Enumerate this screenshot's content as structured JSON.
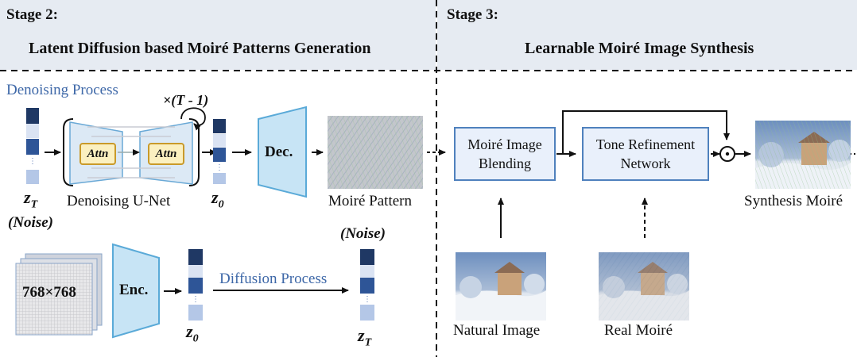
{
  "stage2": {
    "tag": "Stage 2:",
    "title": "Latent Diffusion based Moiré Patterns Generation"
  },
  "stage3": {
    "tag": "Stage 3:",
    "title": "Learnable Moiré Image Synthesis"
  },
  "denoising": {
    "process_label": "Denoising Process",
    "repeat_label": "×(T - 1)",
    "attn_left": "Attn",
    "attn_right": "Attn",
    "unet_label": "Denoising U-Net",
    "zt_label": "z",
    "zt_sub": "T",
    "noise_label": "(Noise)",
    "z0_label": "z",
    "z0_sub": "0",
    "decoder_label": "Dec.",
    "pattern_label": "Moiré Pattern"
  },
  "encoding": {
    "image_label": "768×768",
    "encoder_label": "Enc.",
    "z0_label": "z",
    "z0_sub": "0",
    "diffusion_label": "Diffusion Process",
    "noise_label": "(Noise)",
    "zt_label": "z",
    "zt_sub": "T"
  },
  "synthesis": {
    "blending_box": "Moiré Image Blending",
    "tone_box": "Tone Refinement Network",
    "output_label": "Synthesis Moiré",
    "natural_label": "Natural Image",
    "real_label": "Real Moiré",
    "multiply_symbol": "⊙"
  },
  "colors": {
    "latent_dark": "#1f3864",
    "latent_mid": "#2e5597",
    "latent_light": "#dae3f3",
    "latent_pale": "#b4c7e7",
    "trapezoid_fill": "#c7e4f5",
    "trapezoid_stroke": "#5aaad8",
    "header_bg": "#e6ebf2"
  }
}
